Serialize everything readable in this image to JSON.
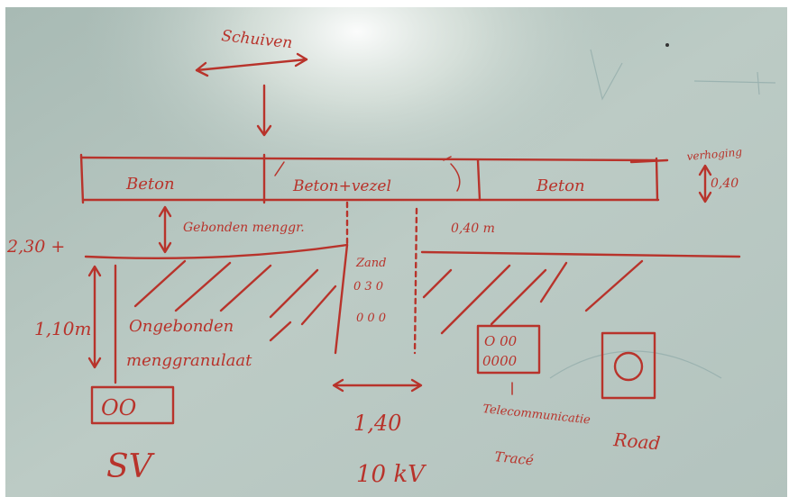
{
  "photo": {
    "board_color": "#b9c9c4",
    "ink_color": "#b8332b",
    "frame_color": "#ffffff"
  },
  "labels": {
    "schuiven": "Schuiven",
    "beton_left": "Beton",
    "beton_vezel": "Beton+vezel",
    "beton_right": "Beton",
    "verhoging": "verhoging",
    "dim_040": "0,40",
    "gebonden": "Gebonden menggr.",
    "dim_040m": "0,40 m",
    "level": "2,30 +",
    "zand": "Zand",
    "dim_110": "1,10m",
    "ongebonden_1": "Ongebonden",
    "ongebonden_2": "menggranulaat",
    "sv": "SV",
    "dim_140": "1,40",
    "kv": "10 kV",
    "tel_1": "Telecommunicatie",
    "tel_2": "Tracé",
    "road": "Road"
  },
  "cable_boxes": {
    "sv_cells": "OO",
    "tel_row1": "O 00",
    "tel_row2": "0000"
  }
}
